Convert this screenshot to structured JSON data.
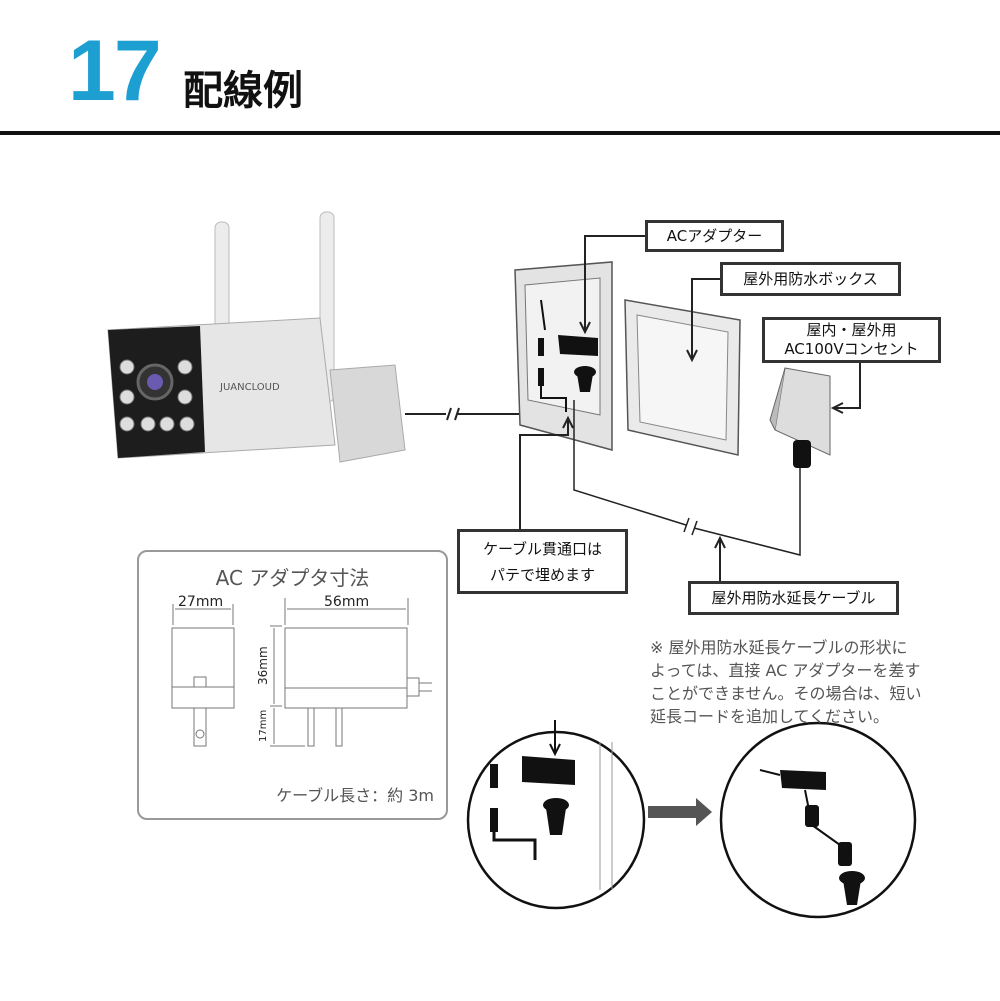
{
  "header": {
    "number": "17",
    "title": "配線例"
  },
  "labels": {
    "ac_adapter": "ACアダプター",
    "waterproof_box": "屋外用防水ボックス",
    "outlet_line1": "屋内・屋外用",
    "outlet_line2": "AC100Vコンセント",
    "cable_hole_line1": "ケーブル貫通口は",
    "cable_hole_line2": "パテで埋めます",
    "extension_cable": "屋外用防水延長ケーブル"
  },
  "camera": {
    "brand": "JUANCLOUD"
  },
  "dimensions": {
    "title": "AC アダプタ寸法",
    "width": "27mm",
    "length": "56mm",
    "height": "36mm",
    "plug": "17mm",
    "cable_length": "ケーブル長さ：約 3m"
  },
  "note": [
    "※ 屋外用防水延長ケーブルの形状に",
    "よっては、直接 AC アダプターを差す",
    "ことができません。その場合は、短い",
    "延長コードを追加してください。"
  ],
  "colors": {
    "accent": "#1e9fd2"
  }
}
